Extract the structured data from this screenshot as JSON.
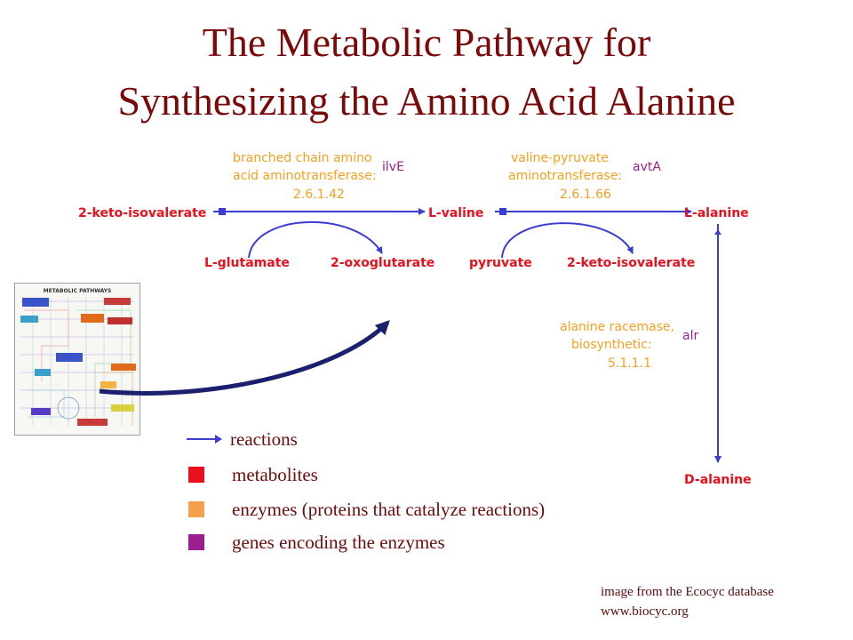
{
  "title": {
    "line1": "The Metabolic Pathway for",
    "line2": "Synthesizing the Amino Acid Alanine"
  },
  "pathway": {
    "metabolites": {
      "keto_isovalerate_1": "2-keto-isovalerate",
      "l_valine": "L-valine",
      "l_alanine": "L-alanine",
      "l_glutamate": "L-glutamate",
      "oxoglutarate": "2-oxoglutarate",
      "pyruvate": "pyruvate",
      "keto_isovalerate_2": "2-keto-isovalerate",
      "d_alanine": "D-alanine"
    },
    "enzymes": {
      "ilve_line1": "branched chain amino",
      "ilve_line2": "acid aminotransferase:",
      "ilve_ec": "2.6.1.42",
      "avta_line1": "valine-pyruvate",
      "avta_line2": "aminotransferase:",
      "avta_ec": "2.6.1.66",
      "alr_line1": "alanine racemase,",
      "alr_line2": "biosynthetic:",
      "alr_ec": "5.1.1.1"
    },
    "genes": {
      "ilve": "ilvE",
      "avta": "avtA",
      "alr": "alr"
    },
    "thumbnail_title": "METABOLIC PATHWAYS"
  },
  "legend": {
    "reactions": "reactions",
    "metabolites": "metabolites",
    "enzymes": "enzymes (proteins that catalyze reactions)",
    "genes": "genes encoding the enzymes"
  },
  "credit": {
    "line1": "image from the Ecocyc database",
    "line2": "www.biocyc.org"
  },
  "colors": {
    "title": "#7a0a0a",
    "reaction": "#3a3fd0",
    "metabolite": "#e8101c",
    "enzyme": "#f5a020",
    "gene": "#9b1f8e",
    "pointer_arrow": "#1a1f6e"
  }
}
